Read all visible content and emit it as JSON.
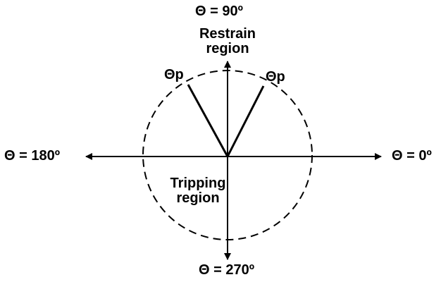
{
  "labels": {
    "theta_90": "Θ = 90º",
    "theta_0": "Θ = 0º",
    "theta_180": "Θ = 180º",
    "theta_270": "Θ = 270º",
    "restrain_line1": "Restrain",
    "restrain_line2": "region",
    "tripping_line1": "Tripping",
    "tripping_line2": "region",
    "theta_p_left": "Θp",
    "theta_p_right": "Θp"
  },
  "colors": {
    "stroke": "#000000",
    "text": "#000000",
    "background": "#ffffff"
  }
}
